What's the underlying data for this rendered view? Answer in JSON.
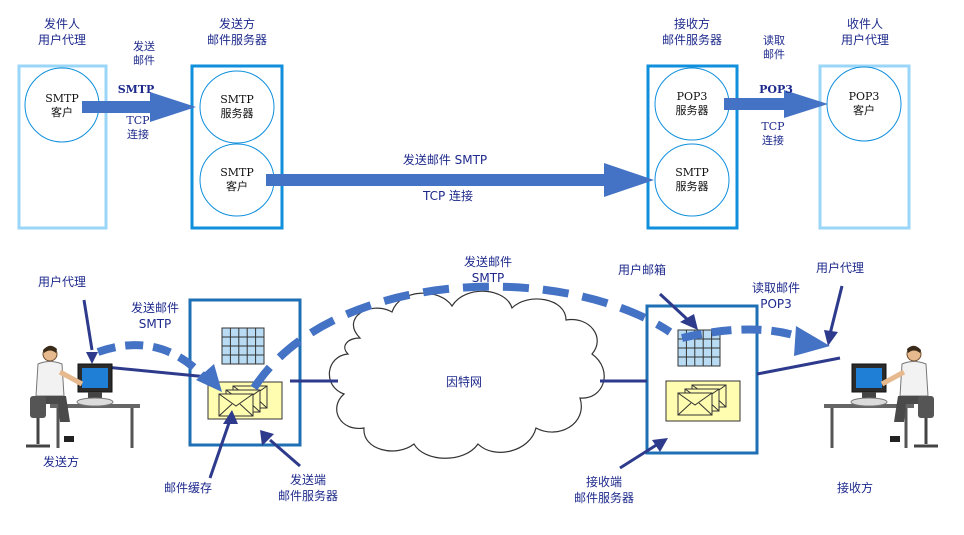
{
  "colors": {
    "outer_box_light": "#99d6f7",
    "outer_box_dark": "#0f8fdc",
    "arrow_fill": "#4472c4",
    "text": "#1e2a8c",
    "dark_frame": "#1f6fb5",
    "mailbox_grid": "#b9dcf4",
    "envelope_fill": "#fffdb0",
    "cloud_stroke": "#333333"
  },
  "top": {
    "sender_agent": {
      "title": "发件人\n用户代理",
      "client": "SMTP\n客户"
    },
    "sender_server": {
      "title": "发送方\n邮件服务器",
      "server": "SMTP\n服务器",
      "client": "SMTP\n客户"
    },
    "receiver_server": {
      "title": "接收方\n邮件服务器",
      "pop3": "POP3\n服务器",
      "smtp": "SMTP\n服务器"
    },
    "receiver_agent": {
      "title": "收件人\n用户代理",
      "client": "POP3\n客户"
    },
    "arrow1": {
      "action": "发送\n邮件",
      "proto": "SMTP",
      "conn": "TCP\n连接"
    },
    "arrow2": {
      "proto": "发送邮件 SMTP",
      "conn": "TCP 连接"
    },
    "arrow3": {
      "action": "读取\n邮件",
      "proto": "POP3",
      "conn": "TCP\n连接"
    }
  },
  "bottom": {
    "user_agent_left": "用户代理",
    "send_smtp_left": "发送邮件\nSMTP",
    "sender_side": "发送方",
    "mail_cache": "邮件缓存",
    "sender_server": "发送端\n邮件服务器",
    "send_smtp_top": "发送邮件\nSMTP",
    "internet": "因特网",
    "user_mailbox": "用户邮箱",
    "read_pop3": "读取邮件\nPOP3",
    "user_agent_right": "用户代理",
    "receiver_server": "接收端\n邮件服务器",
    "receiver_side": "接收方"
  },
  "icons": [
    "person-at-computer-icon",
    "mailbox-grid-icon",
    "envelope-stack-icon",
    "internet-cloud-icon"
  ]
}
